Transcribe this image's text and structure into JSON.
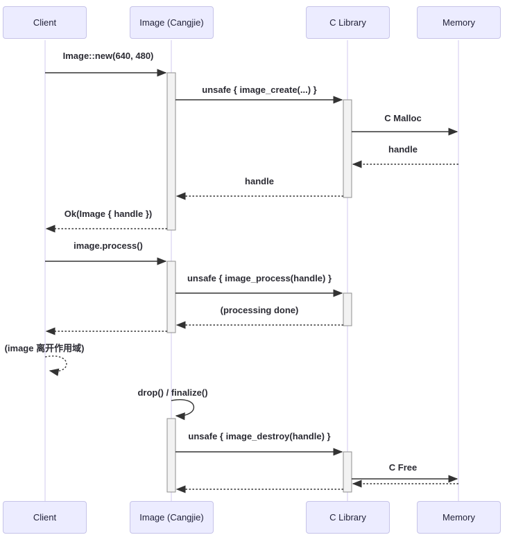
{
  "diagram": {
    "kind": "uml-sequence-diagram",
    "participants": [
      {
        "name": "Client"
      },
      {
        "name": "Image (Cangjie)"
      },
      {
        "name": "C Library"
      },
      {
        "name": "Memory"
      }
    ],
    "messages": [
      {
        "from": "Client",
        "to": "Image (Cangjie)",
        "label": "Image::new(640, 480)",
        "style": "solid"
      },
      {
        "from": "Image (Cangjie)",
        "to": "C Library",
        "label": "unsafe { image_create(...) }",
        "style": "solid"
      },
      {
        "from": "C Library",
        "to": "Memory",
        "label": "C Malloc",
        "style": "solid"
      },
      {
        "from": "Memory",
        "to": "C Library",
        "label": "handle",
        "style": "dashed"
      },
      {
        "from": "C Library",
        "to": "Image (Cangjie)",
        "label": "handle",
        "style": "dashed"
      },
      {
        "from": "Image (Cangjie)",
        "to": "Client",
        "label": "Ok(Image { handle })",
        "style": "dashed"
      },
      {
        "from": "Client",
        "to": "Image (Cangjie)",
        "label": "image.process()",
        "style": "solid"
      },
      {
        "from": "Image (Cangjie)",
        "to": "C Library",
        "label": "unsafe { image_process(handle) }",
        "style": "solid"
      },
      {
        "from": "C Library",
        "to": "Image (Cangjie)",
        "label": "(processing done)",
        "style": "dashed"
      },
      {
        "from": "Image (Cangjie)",
        "to": "Client",
        "label": "",
        "style": "dashed"
      },
      {
        "from": "Client",
        "to": "Client",
        "label": "(image 离开作用域)",
        "style": "dashed-self"
      },
      {
        "from": "Image (Cangjie)",
        "to": "Image (Cangjie)",
        "label": "drop() / finalize()",
        "style": "solid-self"
      },
      {
        "from": "Image (Cangjie)",
        "to": "C Library",
        "label": "unsafe { image_destroy(handle) }",
        "style": "solid"
      },
      {
        "from": "C Library",
        "to": "Memory",
        "label": "C Free",
        "style": "solid"
      },
      {
        "from": "Memory",
        "to": "C Library",
        "label": "",
        "style": "dashed"
      },
      {
        "from": "C Library",
        "to": "Image (Cangjie)",
        "label": "",
        "style": "dashed"
      }
    ],
    "colors": {
      "actor_fill": "#ECECFF",
      "actor_border": "#c6c3e8",
      "lifeline": "#d2c8ef",
      "activation_fill": "#f2f2f2",
      "activation_border": "#8f8f8f",
      "arrow": "#333333",
      "text": "#2b2b33"
    }
  }
}
